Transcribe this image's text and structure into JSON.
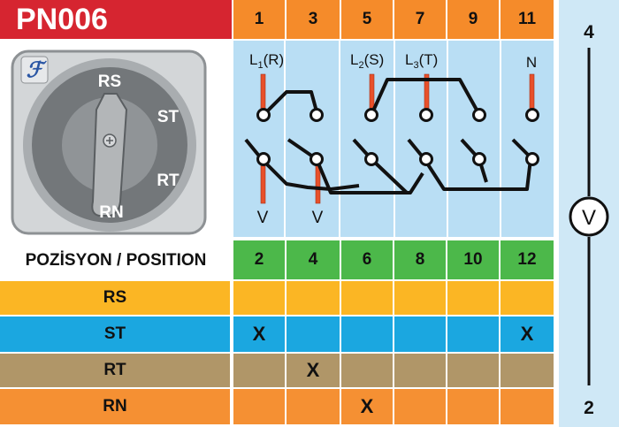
{
  "title": "PN006",
  "top_terminals": [
    "1",
    "3",
    "5",
    "7",
    "9",
    "11"
  ],
  "bottom_terminals": [
    "2",
    "4",
    "6",
    "8",
    "10",
    "12"
  ],
  "position_label": "POZİSYON / POSITION",
  "rows": [
    {
      "label": "RS",
      "color": "#fbb624",
      "marks": [
        "",
        "",
        "",
        "",
        "",
        ""
      ]
    },
    {
      "label": "ST",
      "color": "#1ba7e0",
      "marks": [
        "X",
        "",
        "",
        "",
        "",
        "X"
      ]
    },
    {
      "label": "RT",
      "color": "#b09668",
      "marks": [
        "",
        "X",
        "",
        "",
        "",
        ""
      ]
    },
    {
      "label": "RN",
      "color": "#f59033",
      "marks": [
        "",
        "",
        "X",
        "",
        "",
        ""
      ]
    }
  ],
  "line_labels": [
    "L1(R)",
    "L2(S)",
    "L3(T)",
    "N"
  ],
  "line_labels_parts": {
    "l1": {
      "main": "L",
      "sub": "1",
      "rest": "(R)"
    },
    "l2": {
      "main": "L",
      "sub": "2",
      "rest": "(S)"
    },
    "l3": {
      "main": "L",
      "sub": "3",
      "rest": "(T)"
    },
    "n": "N"
  },
  "voltmeter_labels": [
    "V",
    "V"
  ],
  "knob_labels": [
    "RS",
    "ST",
    "RT",
    "RN"
  ],
  "logo_letter": "ℱ",
  "meter": {
    "top": "4",
    "symbol": "V",
    "bottom": "2"
  },
  "colors": {
    "title_bg": "#d62530",
    "header_orange": "#f58b2a",
    "header_green": "#4cb84a",
    "diagram_bg": "#b9def4",
    "meter_bg": "#cfe8f6",
    "wire": "#111111",
    "contact": "#e8502a"
  }
}
